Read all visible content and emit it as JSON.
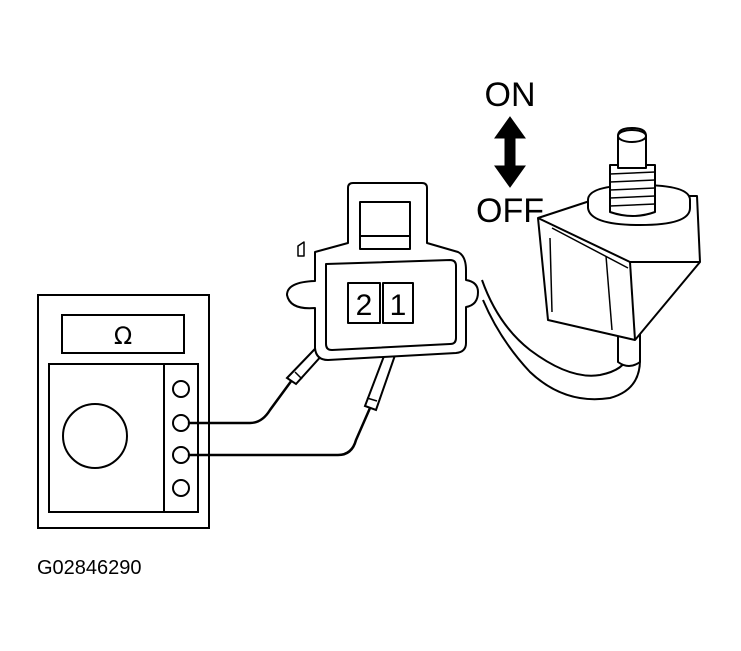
{
  "switch": {
    "on_label": "ON",
    "off_label": "OFF"
  },
  "connector": {
    "pin_left": "2",
    "pin_right": "1"
  },
  "meter": {
    "unit_symbol": "Ω"
  },
  "figure_code": "G02846290",
  "colors": {
    "ink": "#000000",
    "paper": "#ffffff"
  }
}
